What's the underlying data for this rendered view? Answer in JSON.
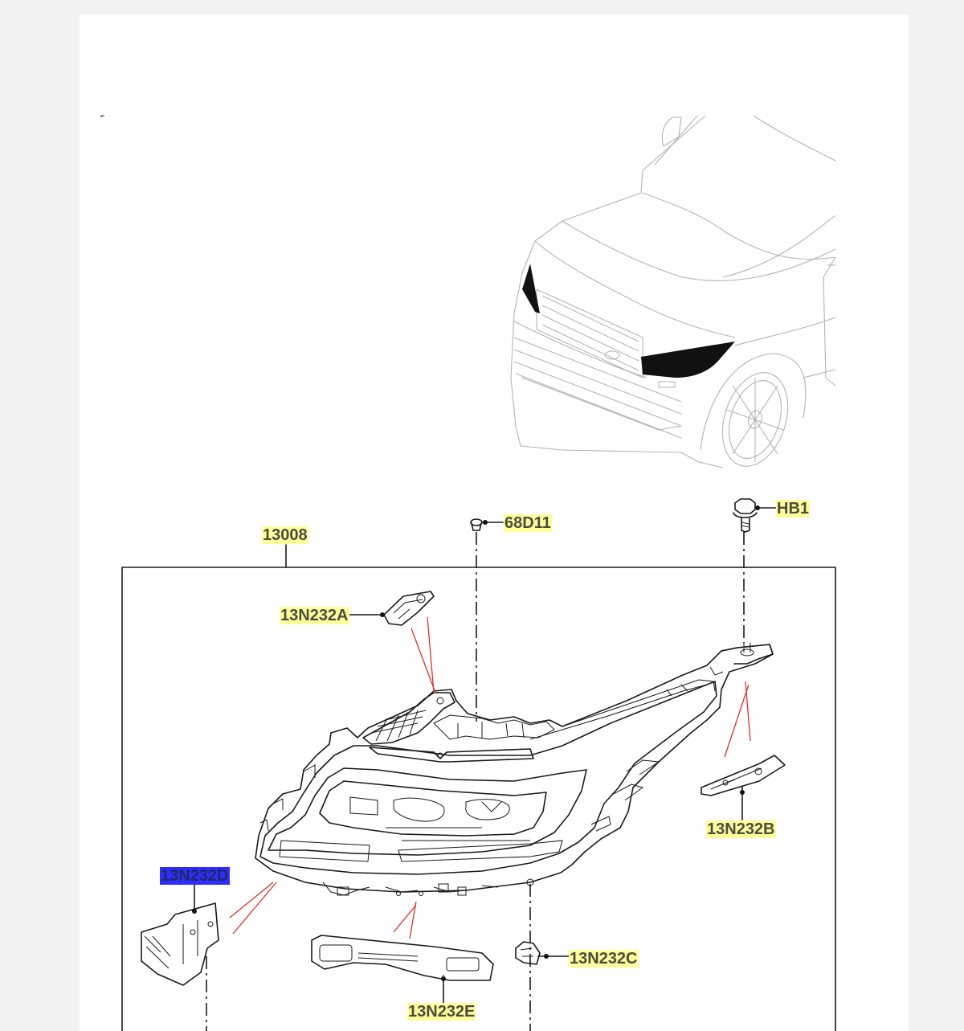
{
  "callouts": {
    "assembly": "13008",
    "plug": "68D11",
    "bolt": "HB1",
    "bracket_a": "13N232A",
    "bracket_b": "13N232B",
    "bracket_c": "13N232C",
    "bracket_d": "13N232D",
    "bracket_e": "13N232E"
  },
  "colors": {
    "callout_highlight": "#ffff99",
    "selected_highlight": "#2f2cff",
    "leader_red": "#e0302a"
  }
}
